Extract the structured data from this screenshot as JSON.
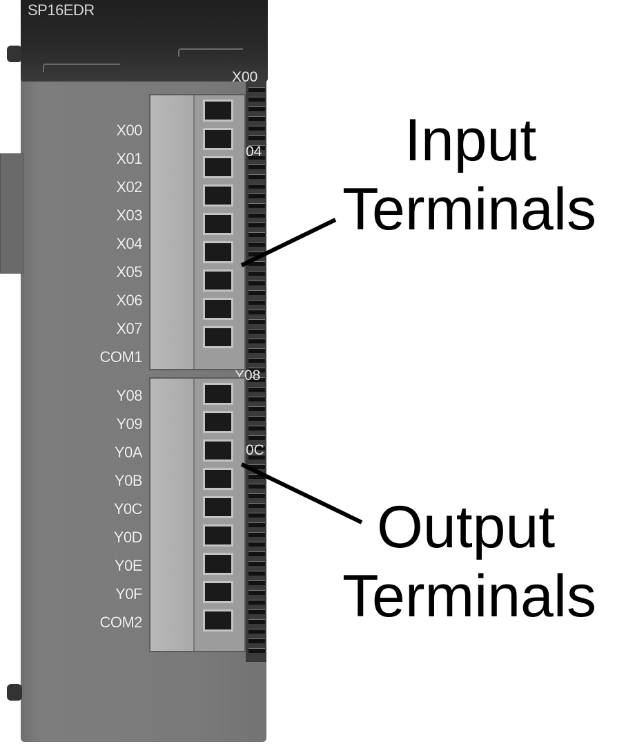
{
  "module": {
    "model": "SP16EDR",
    "strip_labels": [
      "X00",
      "04",
      "Y08",
      "0C"
    ]
  },
  "inputs": [
    "X00",
    "X01",
    "X02",
    "X03",
    "X04",
    "X05",
    "X06",
    "X07",
    "COM1"
  ],
  "outputs": [
    "Y08",
    "Y09",
    "Y0A",
    "Y0B",
    "Y0C",
    "Y0D",
    "Y0E",
    "Y0F",
    "COM2"
  ],
  "callouts": {
    "input": [
      "Input",
      "Terminals"
    ],
    "output": [
      "Output",
      "Terminals"
    ]
  }
}
